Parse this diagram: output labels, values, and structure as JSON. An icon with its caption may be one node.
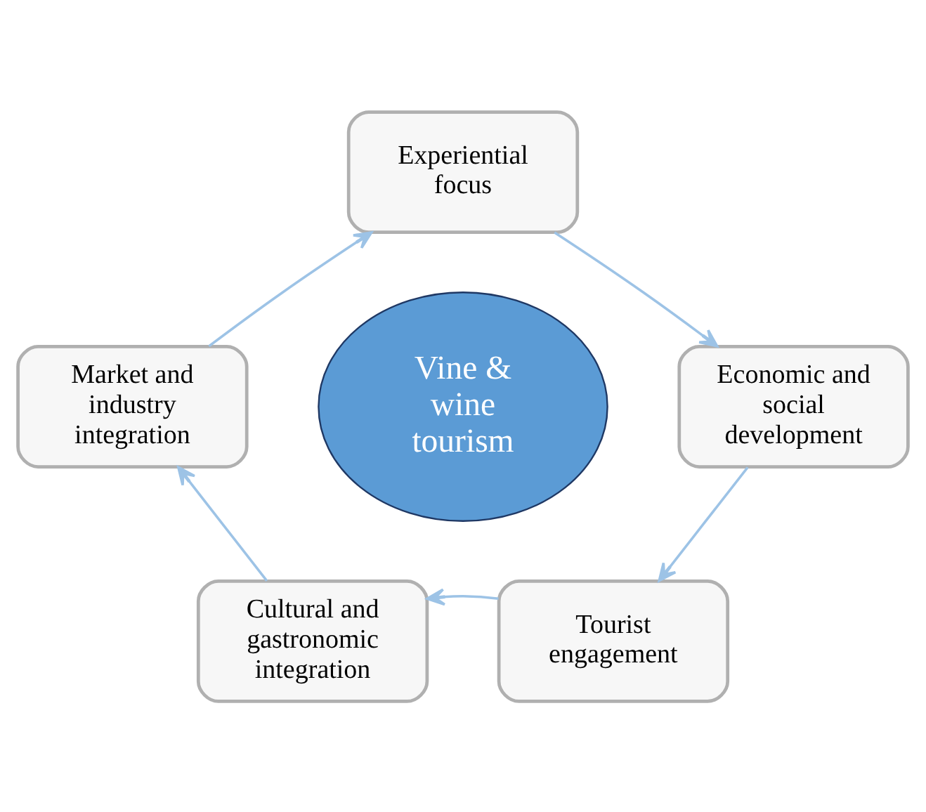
{
  "diagram": {
    "nodes": [
      {
        "text": [
          "Experiential focus"
        ]
      },
      {
        "text": [
          "Market and industry integration"
        ]
      },
      {
        "text": [
          "Vine & wine tourism"
        ]
      },
      {
        "text": [
          "Economic and social development"
        ]
      },
      {
        "text": [
          "Cultural and gastronomic integration"
        ]
      },
      {
        "text": [
          "Tourist engagement"
        ]
      }
    ],
    "edges": [
      {
        "from": 0,
        "to": 3,
        "arrow": "to"
      },
      {
        "from": 3,
        "to": 5,
        "arrow": "to"
      },
      {
        "from": 5,
        "to": 4,
        "arrow": "to"
      },
      {
        "from": 4,
        "to": 1,
        "arrow": "to"
      },
      {
        "from": 1,
        "to": 0,
        "arrow": "to"
      }
    ]
  }
}
